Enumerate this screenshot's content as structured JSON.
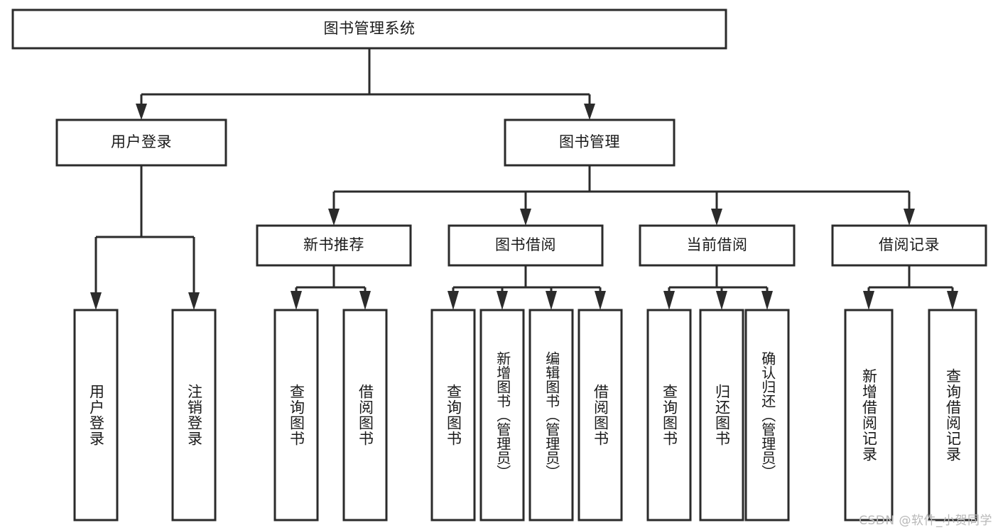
{
  "diagram": {
    "title": "图书管理系统",
    "type": "tree",
    "watermark": "CSDN @软件_小贺同学",
    "colors": {
      "box_stroke": "#2b2b2b",
      "box_fill": "#ffffff",
      "text": "#1a1a1a",
      "background": "#ffffff",
      "watermark": "#b8b8b8"
    },
    "levels": {
      "root": {
        "label": "图书管理系统"
      },
      "level2": [
        {
          "label": "用户登录"
        },
        {
          "label": "图书管理"
        }
      ],
      "level3": [
        {
          "label": "新书推荐"
        },
        {
          "label": "图书借阅"
        },
        {
          "label": "当前借阅"
        },
        {
          "label": "借阅记录"
        }
      ],
      "leaves": {
        "user_login": [
          {
            "label": "用户登录"
          },
          {
            "label": "注销登录"
          }
        ],
        "new_book": [
          {
            "label": "查询图书"
          },
          {
            "label": "借阅图书"
          }
        ],
        "book_borrow": [
          {
            "label": "查询图书"
          },
          {
            "label": "新增图书（管理员）"
          },
          {
            "label": "编辑图书（管理员）"
          },
          {
            "label": "借阅图书"
          }
        ],
        "current_borrow": [
          {
            "label": "查询图书"
          },
          {
            "label": "归还图书"
          },
          {
            "label": "确认归还（管理员）"
          }
        ],
        "borrow_record": [
          {
            "label": "新增借阅记录"
          },
          {
            "label": "查询借阅记录"
          }
        ]
      }
    }
  }
}
